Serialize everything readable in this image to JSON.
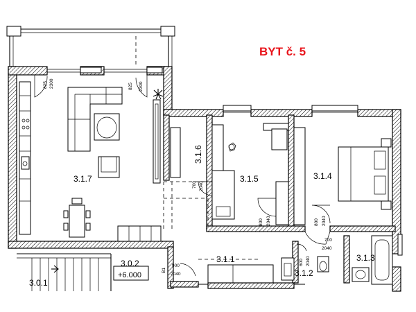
{
  "title": "BYT č. 5",
  "rooms": {
    "r317": "3.1.7",
    "r316": "3.1.6",
    "r315": "3.1.5",
    "r314": "3.1.4",
    "r311": "3.1.1",
    "r312": "3.1.2",
    "r313": "3.1.3",
    "r302": "3.0.2",
    "r301": "3.0.1"
  },
  "elevation": "+6.000",
  "stair_label": "B1",
  "dimensions": {
    "win_left_a": "825",
    "win_left_b": "2300",
    "win_right_a": "825",
    "win_right_b": "2300",
    "door_316_a": "700",
    "door_316_b": "2040",
    "door_315_a": "800",
    "door_315_b": "2040",
    "door_314_a": "800",
    "door_314_b": "2040",
    "door_bath_a": "700",
    "door_bath_b": "2040",
    "door_wc_a": "600",
    "door_wc_b": "2040",
    "door_entry_a": "900",
    "door_entry_b": "2040"
  },
  "colors": {
    "title": "#e8141b",
    "walls": "#000000"
  }
}
